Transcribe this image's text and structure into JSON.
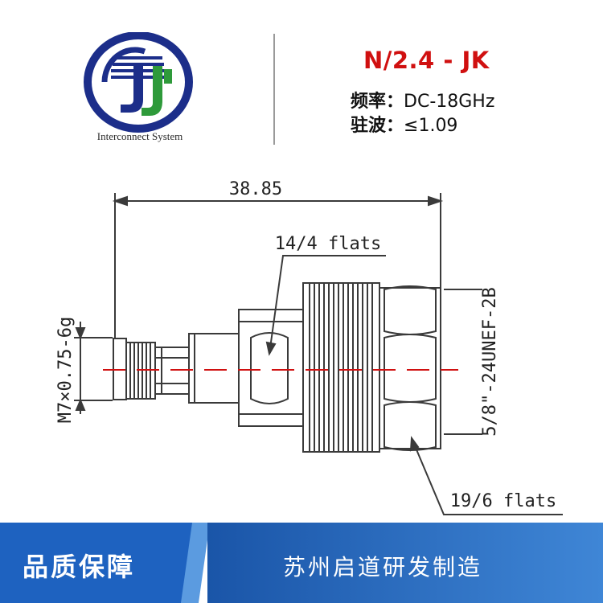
{
  "header": {
    "logo_tagline": "Interconnect System",
    "model": "N/2.4 - JK",
    "specs": [
      {
        "key": "频率：",
        "value": "DC-18GHz"
      },
      {
        "key": "驻波：",
        "value": "≤1.09"
      }
    ]
  },
  "drawing": {
    "overall_length": "38.85",
    "hex_small_label": "14/4 flats",
    "hex_large_label": "19/6 flats",
    "left_thread": "M7×0.75-6g",
    "right_thread": "5/8\"-24UNEF-2B"
  },
  "footer": {
    "left_text": "品质保障",
    "right_text": "苏州启道研发制造"
  },
  "colors": {
    "model_red": "#d01010",
    "logo_navy": "#1c2e8a",
    "logo_green": "#2e9a3a",
    "footer_blue": "#1e62c0",
    "centerline_red": "#d01010"
  }
}
